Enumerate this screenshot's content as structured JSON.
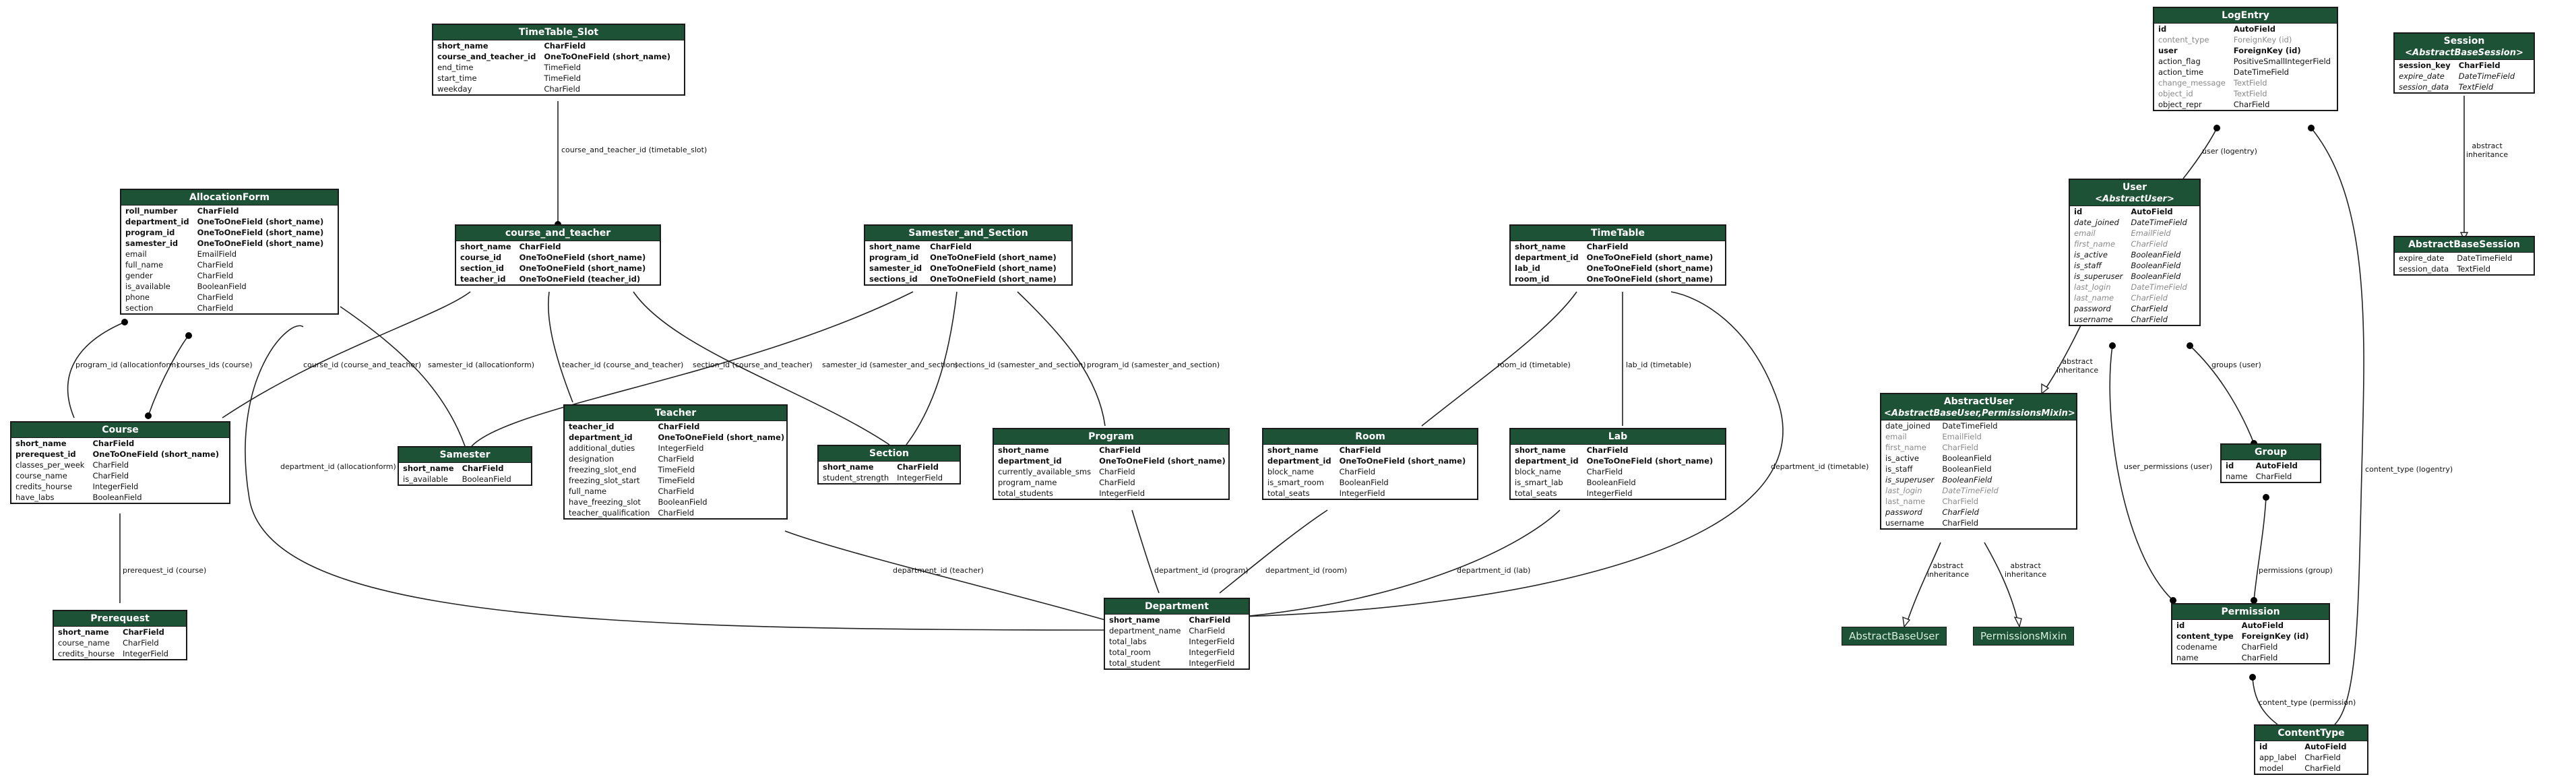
{
  "models": {
    "timetable_slot": {
      "title": "TimeTable_Slot",
      "fields": [
        {
          "name": "short_name",
          "type": "CharField",
          "style": "b"
        },
        {
          "name": "course_and_teacher_id",
          "type": "OneToOneField (short_name)",
          "style": "b"
        },
        {
          "name": "end_time",
          "type": "TimeField"
        },
        {
          "name": "start_time",
          "type": "TimeField"
        },
        {
          "name": "weekday",
          "type": "CharField"
        }
      ]
    },
    "allocationform": {
      "title": "AllocationForm",
      "fields": [
        {
          "name": "roll_number",
          "type": "CharField",
          "style": "b"
        },
        {
          "name": "department_id",
          "type": "OneToOneField (short_name)",
          "style": "b"
        },
        {
          "name": "program_id",
          "type": "OneToOneField (short_name)",
          "style": "b"
        },
        {
          "name": "samester_id",
          "type": "OneToOneField (short_name)",
          "style": "b"
        },
        {
          "name": "email",
          "type": "EmailField"
        },
        {
          "name": "full_name",
          "type": "CharField"
        },
        {
          "name": "gender",
          "type": "CharField"
        },
        {
          "name": "is_available",
          "type": "BooleanField"
        },
        {
          "name": "phone",
          "type": "CharField"
        },
        {
          "name": "section",
          "type": "CharField"
        }
      ]
    },
    "course_and_teacher": {
      "title": "course_and_teacher",
      "fields": [
        {
          "name": "short_name",
          "type": "CharField",
          "style": "b"
        },
        {
          "name": "course_id",
          "type": "OneToOneField (short_name)",
          "style": "b"
        },
        {
          "name": "section_id",
          "type": "OneToOneField (short_name)",
          "style": "b"
        },
        {
          "name": "teacher_id",
          "type": "OneToOneField (teacher_id)",
          "style": "b"
        }
      ]
    },
    "samester_and_section": {
      "title": "Samester_and_Section",
      "fields": [
        {
          "name": "short_name",
          "type": "CharField",
          "style": "b"
        },
        {
          "name": "program_id",
          "type": "OneToOneField (short_name)",
          "style": "b"
        },
        {
          "name": "samester_id",
          "type": "OneToOneField (short_name)",
          "style": "b"
        },
        {
          "name": "sections_id",
          "type": "OneToOneField (short_name)",
          "style": "b"
        }
      ]
    },
    "timetable": {
      "title": "TimeTable",
      "fields": [
        {
          "name": "short_name",
          "type": "CharField",
          "style": "b"
        },
        {
          "name": "department_id",
          "type": "OneToOneField (short_name)",
          "style": "b"
        },
        {
          "name": "lab_id",
          "type": "OneToOneField (short_name)",
          "style": "b"
        },
        {
          "name": "room_id",
          "type": "OneToOneField (short_name)",
          "style": "b"
        }
      ]
    },
    "course": {
      "title": "Course",
      "fields": [
        {
          "name": "short_name",
          "type": "CharField",
          "style": "b"
        },
        {
          "name": "prerequest_id",
          "type": "OneToOneField (short_name)",
          "style": "b"
        },
        {
          "name": "classes_per_week",
          "type": "CharField"
        },
        {
          "name": "course_name",
          "type": "CharField"
        },
        {
          "name": "credits_hourse",
          "type": "IntegerField"
        },
        {
          "name": "have_labs",
          "type": "BooleanField"
        }
      ]
    },
    "samester": {
      "title": "Samester",
      "fields": [
        {
          "name": "short_name",
          "type": "CharField",
          "style": "b"
        },
        {
          "name": "is_available",
          "type": "BooleanField"
        }
      ]
    },
    "teacher": {
      "title": "Teacher",
      "fields": [
        {
          "name": "teacher_id",
          "type": "CharField",
          "style": "b"
        },
        {
          "name": "department_id",
          "type": "OneToOneField (short_name)",
          "style": "b"
        },
        {
          "name": "additional_duties",
          "type": "IntegerField"
        },
        {
          "name": "designation",
          "type": "CharField"
        },
        {
          "name": "freezing_slot_end",
          "type": "TimeField"
        },
        {
          "name": "freezing_slot_start",
          "type": "TimeField"
        },
        {
          "name": "full_name",
          "type": "CharField"
        },
        {
          "name": "have_freezing_slot",
          "type": "BooleanField"
        },
        {
          "name": "teacher_qualification",
          "type": "CharField"
        }
      ]
    },
    "section": {
      "title": "Section",
      "fields": [
        {
          "name": "short_name",
          "type": "CharField",
          "style": "b"
        },
        {
          "name": "student_strength",
          "type": "IntegerField"
        }
      ]
    },
    "program": {
      "title": "Program",
      "fields": [
        {
          "name": "short_name",
          "type": "CharField",
          "style": "b"
        },
        {
          "name": "department_id",
          "type": "OneToOneField (short_name)",
          "style": "b"
        },
        {
          "name": "currently_available_sms",
          "type": "CharField"
        },
        {
          "name": "program_name",
          "type": "CharField"
        },
        {
          "name": "total_students",
          "type": "IntegerField"
        }
      ]
    },
    "room": {
      "title": "Room",
      "fields": [
        {
          "name": "short_name",
          "type": "CharField",
          "style": "b"
        },
        {
          "name": "department_id",
          "type": "OneToOneField (short_name)",
          "style": "b"
        },
        {
          "name": "block_name",
          "type": "CharField"
        },
        {
          "name": "is_smart_room",
          "type": "BooleanField"
        },
        {
          "name": "total_seats",
          "type": "IntegerField"
        }
      ]
    },
    "lab": {
      "title": "Lab",
      "fields": [
        {
          "name": "short_name",
          "type": "CharField",
          "style": "b"
        },
        {
          "name": "department_id",
          "type": "OneToOneField (short_name)",
          "style": "b"
        },
        {
          "name": "block_name",
          "type": "CharField"
        },
        {
          "name": "is_smart_lab",
          "type": "BooleanField"
        },
        {
          "name": "total_seats",
          "type": "IntegerField"
        }
      ]
    },
    "prerequest": {
      "title": "Prerequest",
      "fields": [
        {
          "name": "short_name",
          "type": "CharField",
          "style": "b"
        },
        {
          "name": "course_name",
          "type": "CharField"
        },
        {
          "name": "credits_hourse",
          "type": "IntegerField"
        }
      ]
    },
    "department": {
      "title": "Department",
      "fields": [
        {
          "name": "short_name",
          "type": "CharField",
          "style": "b"
        },
        {
          "name": "department_name",
          "type": "CharField"
        },
        {
          "name": "total_labs",
          "type": "IntegerField"
        },
        {
          "name": "total_room",
          "type": "IntegerField"
        },
        {
          "name": "total_student",
          "type": "IntegerField"
        }
      ]
    },
    "logentry": {
      "title": "LogEntry",
      "fields": [
        {
          "name": "id",
          "type": "AutoField",
          "style": "b"
        },
        {
          "name": "content_type",
          "type": "ForeignKey (id)",
          "style": "g"
        },
        {
          "name": "user",
          "type": "ForeignKey (id)",
          "style": "b"
        },
        {
          "name": "action_flag",
          "type": "PositiveSmallIntegerField"
        },
        {
          "name": "action_time",
          "type": "DateTimeField"
        },
        {
          "name": "change_message",
          "type": "TextField",
          "style": "g"
        },
        {
          "name": "object_id",
          "type": "TextField",
          "style": "g"
        },
        {
          "name": "object_repr",
          "type": "CharField"
        }
      ]
    },
    "user": {
      "title": "User",
      "subtitle": "<AbstractUser>",
      "fields": [
        {
          "name": "id",
          "type": "AutoField",
          "style": "b"
        },
        {
          "name": "date_joined",
          "type": "DateTimeField",
          "style": "i"
        },
        {
          "name": "email",
          "type": "EmailField",
          "style": "ig"
        },
        {
          "name": "first_name",
          "type": "CharField",
          "style": "ig"
        },
        {
          "name": "is_active",
          "type": "BooleanField",
          "style": "i"
        },
        {
          "name": "is_staff",
          "type": "BooleanField",
          "style": "i"
        },
        {
          "name": "is_superuser",
          "type": "BooleanField",
          "style": "i"
        },
        {
          "name": "last_login",
          "type": "DateTimeField",
          "style": "ig"
        },
        {
          "name": "last_name",
          "type": "CharField",
          "style": "ig"
        },
        {
          "name": "password",
          "type": "CharField",
          "style": "i"
        },
        {
          "name": "username",
          "type": "CharField",
          "style": "i"
        }
      ]
    },
    "session": {
      "title": "Session",
      "subtitle": "<AbstractBaseSession>",
      "fields": [
        {
          "name": "session_key",
          "type": "CharField",
          "style": "b"
        },
        {
          "name": "expire_date",
          "type": "DateTimeField",
          "style": "i"
        },
        {
          "name": "session_data",
          "type": "TextField",
          "style": "i"
        }
      ]
    },
    "abstractbasesession": {
      "title": "AbstractBaseSession",
      "fields": [
        {
          "name": "expire_date",
          "type": "DateTimeField"
        },
        {
          "name": "session_data",
          "type": "TextField"
        }
      ]
    },
    "abstractuser": {
      "title": "AbstractUser",
      "subtitle": "<AbstractBaseUser,PermissionsMixin>",
      "fields": [
        {
          "name": "date_joined",
          "type": "DateTimeField"
        },
        {
          "name": "email",
          "type": "EmailField",
          "style": "g"
        },
        {
          "name": "first_name",
          "type": "CharField",
          "style": "g"
        },
        {
          "name": "is_active",
          "type": "BooleanField"
        },
        {
          "name": "is_staff",
          "type": "BooleanField"
        },
        {
          "name": "is_superuser",
          "type": "BooleanField",
          "style": "i"
        },
        {
          "name": "last_login",
          "type": "DateTimeField",
          "style": "ig"
        },
        {
          "name": "last_name",
          "type": "CharField",
          "style": "g"
        },
        {
          "name": "password",
          "type": "CharField",
          "style": "i"
        },
        {
          "name": "username",
          "type": "CharField"
        }
      ]
    },
    "group": {
      "title": "Group",
      "fields": [
        {
          "name": "id",
          "type": "AutoField",
          "style": "b"
        },
        {
          "name": "name",
          "type": "CharField"
        }
      ]
    },
    "permission": {
      "title": "Permission",
      "fields": [
        {
          "name": "id",
          "type": "AutoField",
          "style": "b"
        },
        {
          "name": "content_type",
          "type": "ForeignKey (id)",
          "style": "b"
        },
        {
          "name": "codename",
          "type": "CharField"
        },
        {
          "name": "name",
          "type": "CharField"
        }
      ]
    },
    "contenttype": {
      "title": "ContentType",
      "fields": [
        {
          "name": "id",
          "type": "AutoField",
          "style": "b"
        },
        {
          "name": "app_label",
          "type": "CharField"
        },
        {
          "name": "model",
          "type": "CharField"
        }
      ]
    }
  },
  "mixins": {
    "abstractbaseuser": "AbstractBaseUser",
    "permissionsmixin": "PermissionsMixin"
  },
  "edge_labels": {
    "course_and_teacher_slot": "course_and_teacher_id (timetable_slot)",
    "program_alloc": "program_id (allocationform)",
    "courses_ids": "courses_ids (course)",
    "course_cat": "course_id (course_and_teacher)",
    "samester_alloc": "samester_id (allocationform)",
    "teacher_cat": "teacher_id (course_and_teacher)",
    "section_cat": "section_id (course_and_teacher)",
    "samester_sas": "samester_id (samester_and_section)",
    "sections_sas": "sections_id (samester_and_section)",
    "program_sas": "program_id (samester_and_section)",
    "room_tt": "room_id (timetable)",
    "lab_tt": "lab_id (timetable)",
    "dept_alloc": "department_id (allocationform)",
    "dept_tt": "department_id (timetable)",
    "prerequest_course": "prerequest_id (course)",
    "dept_teacher": "department_id (teacher)",
    "dept_program": "department_id (program)",
    "dept_room": "department_id (room)",
    "dept_lab": "department_id (lab)",
    "user_logentry": "user (logentry)",
    "abstract_inh_1": "abstract\ninheritance",
    "abstract_inh_2": "abstract\ninheritance",
    "abstract_inh_3": "abstract\ninheritance",
    "abstract_inh_4": "abstract\ninheritance",
    "groups_user": "groups (user)",
    "user_permissions": "user_permissions (user)",
    "permissions_group": "permissions (group)",
    "content_type_logentry": "content_type (logentry)",
    "content_type_permission": "content_type (permission)"
  }
}
